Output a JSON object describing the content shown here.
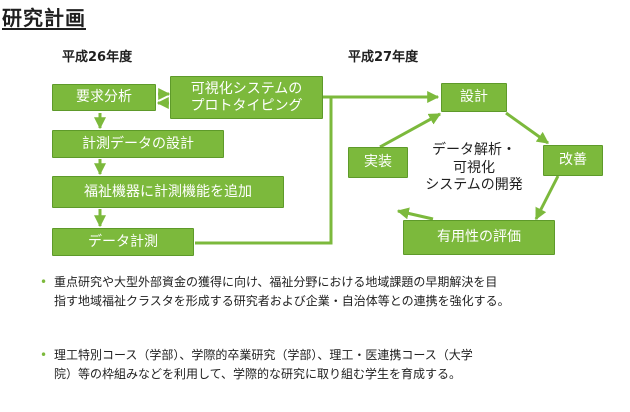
{
  "page_title": "研究計画",
  "years": {
    "left": "平成26年度",
    "right": "平成27年度"
  },
  "boxes": {
    "requirements": "要求分析",
    "prototyping_line1": "可視化システムの",
    "prototyping_line2": "プロトタイピング",
    "measurement_design": "計測データの設計",
    "welfare_device": "福祉機器に計測機能を追加",
    "data_measurement": "データ計測",
    "design": "設計",
    "implementation": "実装",
    "improvement": "改善",
    "evaluation": "有用性の評価"
  },
  "cycle_center": {
    "line1": "データ解析・",
    "line2": "可視化",
    "line3": "システムの開発"
  },
  "bullets": [
    {
      "line1": "重点研究や大型外部資金の獲得に向け、福祉分野における地域課題の早期解決を目",
      "line2": "指す地域福祉クラスタを形成する研究者および企業・自治体等との連携を強化する。"
    },
    {
      "line1": "理工特別コース（学部）、学際的卒業研究（学部）、理工・医連携コース（大学",
      "line2": "院）等の枠組みなどを利用して、学際的な研究に取り組む学生を育成する。"
    }
  ],
  "colors": {
    "box_fill": "#7cb93c",
    "box_border": "#5e9a2a",
    "arrow": "#7cb93c",
    "bullet": "#7cb93c"
  }
}
